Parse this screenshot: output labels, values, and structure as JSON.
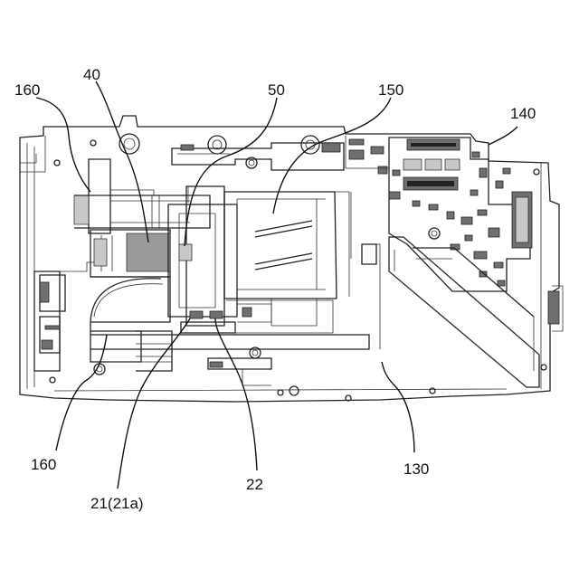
{
  "labels": {
    "l160_top": "160",
    "l40": "40",
    "l50": "50",
    "l150": "150",
    "l140": "140",
    "l160_bottom": "160",
    "l21": "21(21a)",
    "l22": "22",
    "l130": "130"
  }
}
